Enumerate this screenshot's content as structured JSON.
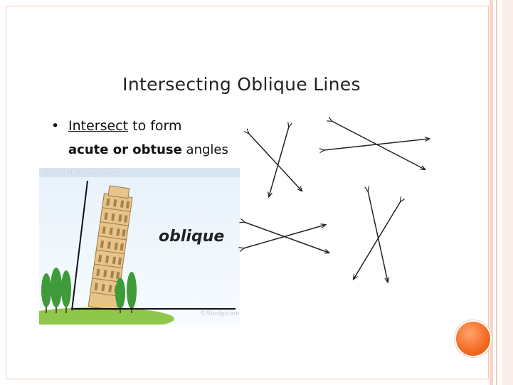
{
  "slide": {
    "title": "Intersecting Oblique Lines",
    "bullet": {
      "marker": "•",
      "word_underlined": "Intersect",
      "rest_line1": " to form",
      "bold_part": "acute or obtuse",
      "rest_line2": " angles"
    }
  },
  "illustration": {
    "caption": "OBLIQUE LINES ARE SLANTED",
    "label": "oblique",
    "watermark": "©Study.com"
  },
  "colors": {
    "accent_orange": "#f26a22",
    "frame": "#f3c7b8"
  }
}
